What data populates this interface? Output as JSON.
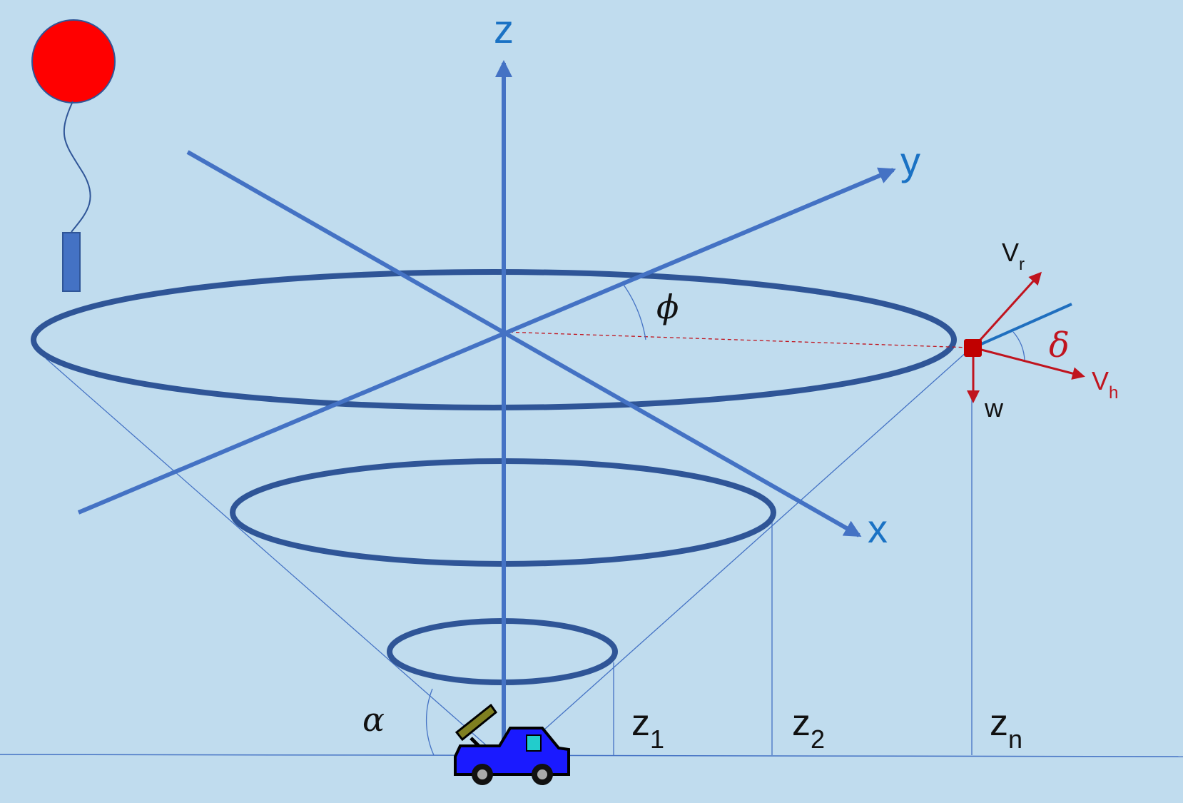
{
  "colors": {
    "background": "#c0dcee",
    "axis": "#4472c4",
    "ring": "#2f5597",
    "vector_red": "#c0141e",
    "balloon": "#ff0000",
    "label_blue": "#1a72c4"
  },
  "axes": {
    "z_label": "z",
    "y_label": "y",
    "x_label": "x"
  },
  "angles": {
    "phi": "ϕ",
    "alpha": "α",
    "delta": "δ"
  },
  "vectors": {
    "vr_main": "V",
    "vr_sub": "r",
    "vh_main": "V",
    "vh_sub": "h",
    "w": "w"
  },
  "heights": {
    "z1_main": "z",
    "z1_sub": "1",
    "z2_main": "z",
    "z2_sub": "2",
    "zn_main": "z",
    "zn_sub": "n"
  },
  "icons": [
    "radiosonde-balloon-icon",
    "lidar-truck-icon"
  ]
}
